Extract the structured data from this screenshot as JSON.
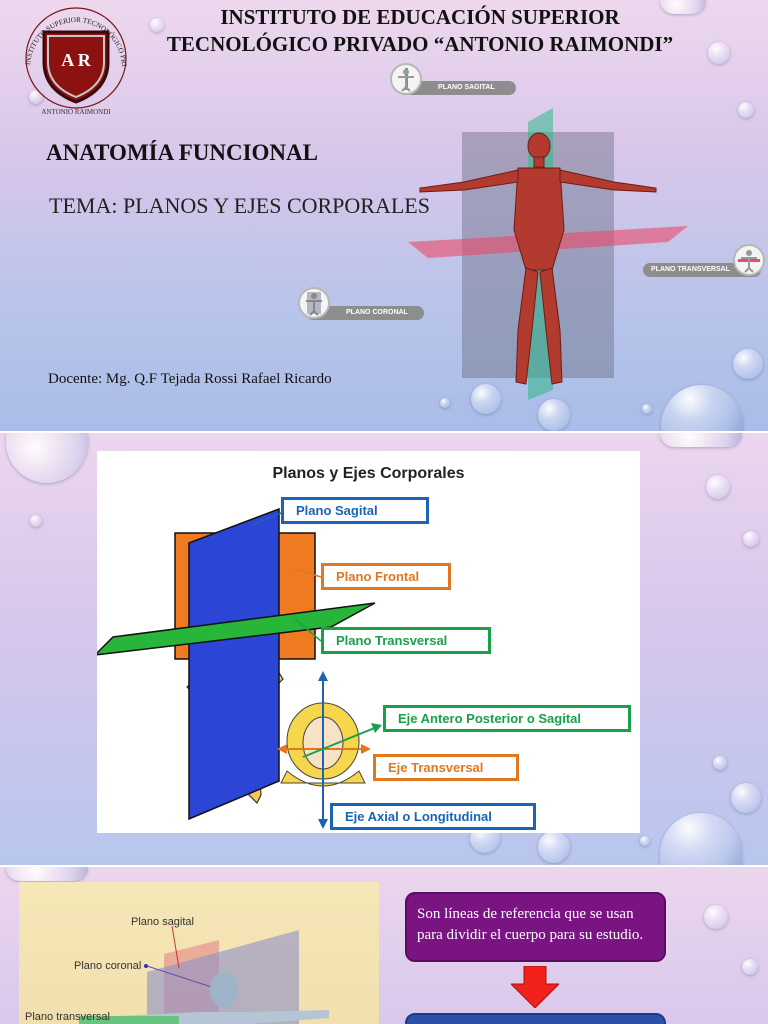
{
  "slide1": {
    "institution_line1": "INSTITUTO DE EDUCACIÓN SUPERIOR",
    "institution_line2": "TECNOLÓGICO PRIVADO “ANTONIO RAIMONDI”",
    "logo_letters": "A R",
    "logo_ring_text": "INSTITUTO SUPERIOR TECNOLÓGICO PRIVADO",
    "logo_bottom_text": "ANTONIO RAIMONDI",
    "course": "ANATOMÍA FUNCIONAL",
    "topic": "TEMA: PLANOS Y EJES  CORPORALES",
    "teacher": "Docente: Mg. Q.F Tejada Rossi Rafael Ricardo",
    "plane_labels": {
      "sagittal": "PLANO SAGITAL",
      "transverse": "PLANO TRANSVERSAL",
      "coronal": "PLANO CORONAL"
    }
  },
  "slide2": {
    "title": "Planos y Ejes Corporales",
    "labels": {
      "sagittal_plane": "Plano Sagital",
      "frontal_plane": "Plano Frontal",
      "transverse_plane": "Plano Transversal",
      "ap_axis": "Eje Antero Posterior o Sagital",
      "transverse_axis": "Eje Transversal",
      "longitudinal_axis": "Eje Axial o Longitudinal"
    },
    "colors": {
      "blue": "#1a63b5",
      "orange": "#e07820",
      "green": "#19a04a"
    }
  },
  "slide3": {
    "photo_labels": {
      "sagittal": "Plano sagital",
      "coronal": "Plano coronal",
      "transverse": "Plano transversal"
    },
    "definition": "Son líneas de referencia que se usan para dividir el cuerpo para su estudio."
  }
}
